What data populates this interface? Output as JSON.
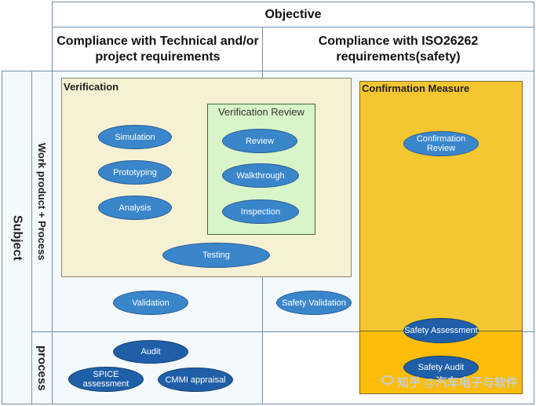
{
  "header": {
    "objective": "Objective",
    "col1": "Compliance with Technical and/or project requirements",
    "col2": "Compliance with ISO26262 requirements(safety)"
  },
  "rows": {
    "subject": "Subject",
    "work_product_process": "Work product + Process",
    "process": "process"
  },
  "verification": {
    "title": "Verification",
    "items": [
      "Simulation",
      "Prototyping",
      "Analysis",
      "Testing"
    ]
  },
  "verification_review": {
    "title": "Verification Review",
    "items": [
      "Review",
      "Walkthrough",
      "Inspection"
    ]
  },
  "validation": "Validation",
  "safety_validation": "Safety Validation",
  "confirmation_measure": {
    "title": "Confirmation Measure",
    "items": [
      "Confirmation Review",
      "Safety Assessment",
      "Safety Audit"
    ]
  },
  "process_items": [
    "Audit",
    "SPICE assessment",
    "CMMI appraisal"
  ],
  "watermark": "知乎 @汽车电子与软件",
  "colors": {
    "verification_fill": "#f7f1d4",
    "review_fill": "#d8f5c9",
    "confirmation_fill": "#f4c630",
    "confirmation_lower_fill": "#fbbd08",
    "oval_blue": "#3a86cb",
    "oval_dark_blue": "#1f5fa8"
  }
}
